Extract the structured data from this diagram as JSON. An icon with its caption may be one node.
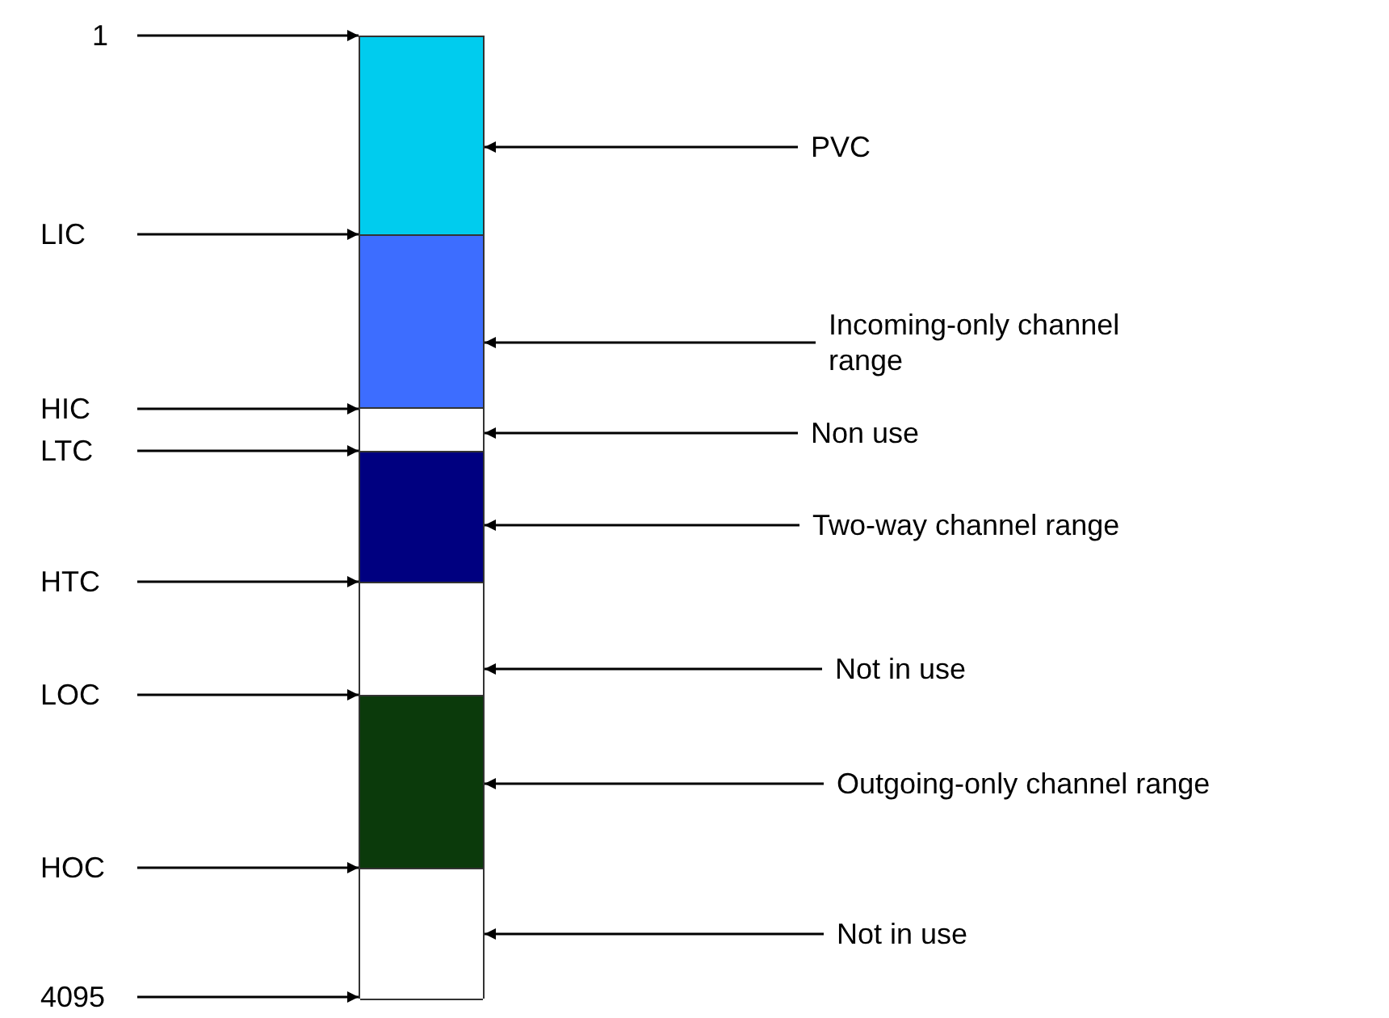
{
  "diagram": {
    "nodes": [
      {
        "text": [],
        "shape": "bar"
      },
      {
        "text": [],
        "shape": "box",
        "in": 0
      },
      {
        "text": [],
        "shape": "box",
        "in": 0
      },
      {
        "text": [],
        "shape": "box",
        "in": 0
      },
      {
        "text": [],
        "shape": "box",
        "in": 0
      },
      {
        "text": [],
        "shape": "box",
        "in": 0
      },
      {
        "text": [],
        "shape": "box",
        "in": 0
      },
      {
        "text": [],
        "shape": "box",
        "in": 0
      },
      {
        "text": [
          "1"
        ]
      },
      {
        "text": [
          "LIC"
        ]
      },
      {
        "text": [
          "HIC"
        ]
      },
      {
        "text": [
          "LTC"
        ]
      },
      {
        "text": [
          "HTC"
        ]
      },
      {
        "text": [
          "LOC"
        ]
      },
      {
        "text": [
          "HOC"
        ]
      },
      {
        "text": [
          "4095"
        ]
      },
      {
        "text": [
          "PVC"
        ]
      },
      {
        "text": [
          "Incoming-only channel range"
        ]
      },
      {
        "text": [
          "Non use"
        ]
      },
      {
        "text": [
          "Two-way channel range"
        ]
      },
      {
        "text": [
          "Not in use"
        ]
      },
      {
        "text": [
          "Outgoing-only channel range"
        ]
      },
      {
        "text": [
          "Not in use"
        ]
      }
    ],
    "edges": [
      {
        "from": 8,
        "to": 0,
        "arrow": "to"
      },
      {
        "from": 9,
        "to": 0,
        "arrow": "to"
      },
      {
        "from": 10,
        "to": 0,
        "arrow": "to"
      },
      {
        "from": 11,
        "to": 0,
        "arrow": "to"
      },
      {
        "from": 12,
        "to": 0,
        "arrow": "to"
      },
      {
        "from": 13,
        "to": 0,
        "arrow": "to"
      },
      {
        "from": 14,
        "to": 0,
        "arrow": "to"
      },
      {
        "from": 15,
        "to": 0,
        "arrow": "to"
      },
      {
        "from": 16,
        "to": 1,
        "arrow": "to"
      },
      {
        "from": 17,
        "to": 2,
        "arrow": "to"
      },
      {
        "from": 18,
        "to": 3,
        "arrow": "to"
      },
      {
        "from": 19,
        "to": 4,
        "arrow": "to"
      },
      {
        "from": 20,
        "to": 5,
        "arrow": "to"
      },
      {
        "from": 21,
        "to": 6,
        "arrow": "to"
      },
      {
        "from": 22,
        "to": 7,
        "arrow": "to"
      }
    ]
  }
}
